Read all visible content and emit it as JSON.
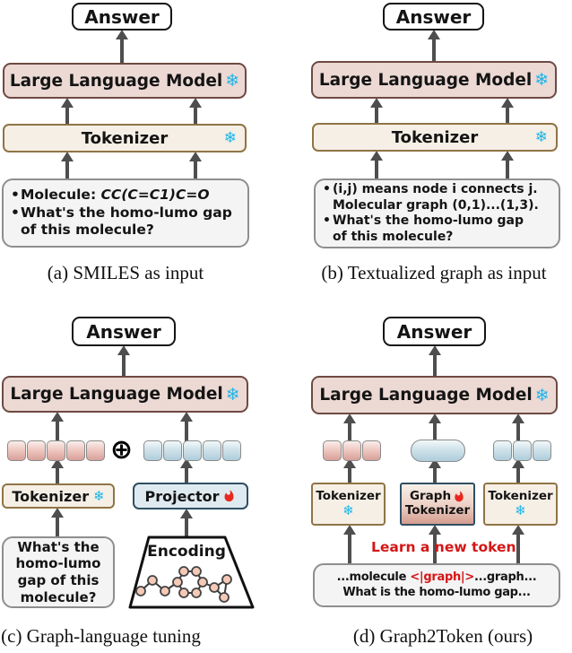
{
  "figure": {
    "captions": {
      "a": "(a) SMILES as input",
      "b": "(b) Textualized graph as input",
      "c": "(c) Graph-language tuning",
      "d": "(d) Graph2Token (ours)"
    }
  },
  "labels": {
    "answer": "Answer",
    "llm": "Large Language Model",
    "tokenizer": "Tokenizer",
    "projector": "Projector",
    "graph_tokenizer_line1": "Graph",
    "graph_tokenizer_line2": "Tokenizer",
    "encoding": "Encoding",
    "learn_new_token": "Learn a new token"
  },
  "panel_a": {
    "input": {
      "l1_label": "Molecule: ",
      "l1_smiles": "CC(C=C1)C=O",
      "l2": "What's the homo-lumo gap",
      "l3": "of this molecule?"
    }
  },
  "panel_b": {
    "input": {
      "l1": "(i,j) means node i connects j.",
      "l2": "Molecular graph (0,1)...(1,3).",
      "l3": "What's the homo-lumo gap",
      "l4": "of this molecule?"
    }
  },
  "panel_c": {
    "question": {
      "l1": "What's the",
      "l2": "homo-lumo",
      "l3": "gap of this",
      "l4": "molecule?"
    }
  },
  "panel_d": {
    "input": {
      "l1_pre": "...molecule ",
      "l1_token": "<|graph|>",
      "l1_post": "...graph...",
      "l2": "What is the homo-lumo gap..."
    }
  },
  "icons": {
    "snowflake": "❄",
    "oplus": "⊕",
    "bullet": "•"
  },
  "colors": {
    "llm_fill": "#ecd9d4",
    "llm_border": "#6e4a42",
    "tokenizer_fill": "#f6efe5",
    "tokenizer_border": "#8f7445",
    "projector_fill": "#dfeaf0",
    "projector_border": "#2f4f63",
    "token_pink": "#d8a099",
    "token_blue": "#aecddb",
    "snowflake": "#1ab5ea",
    "flame": "#e8281e",
    "red_text": "#d41616"
  }
}
